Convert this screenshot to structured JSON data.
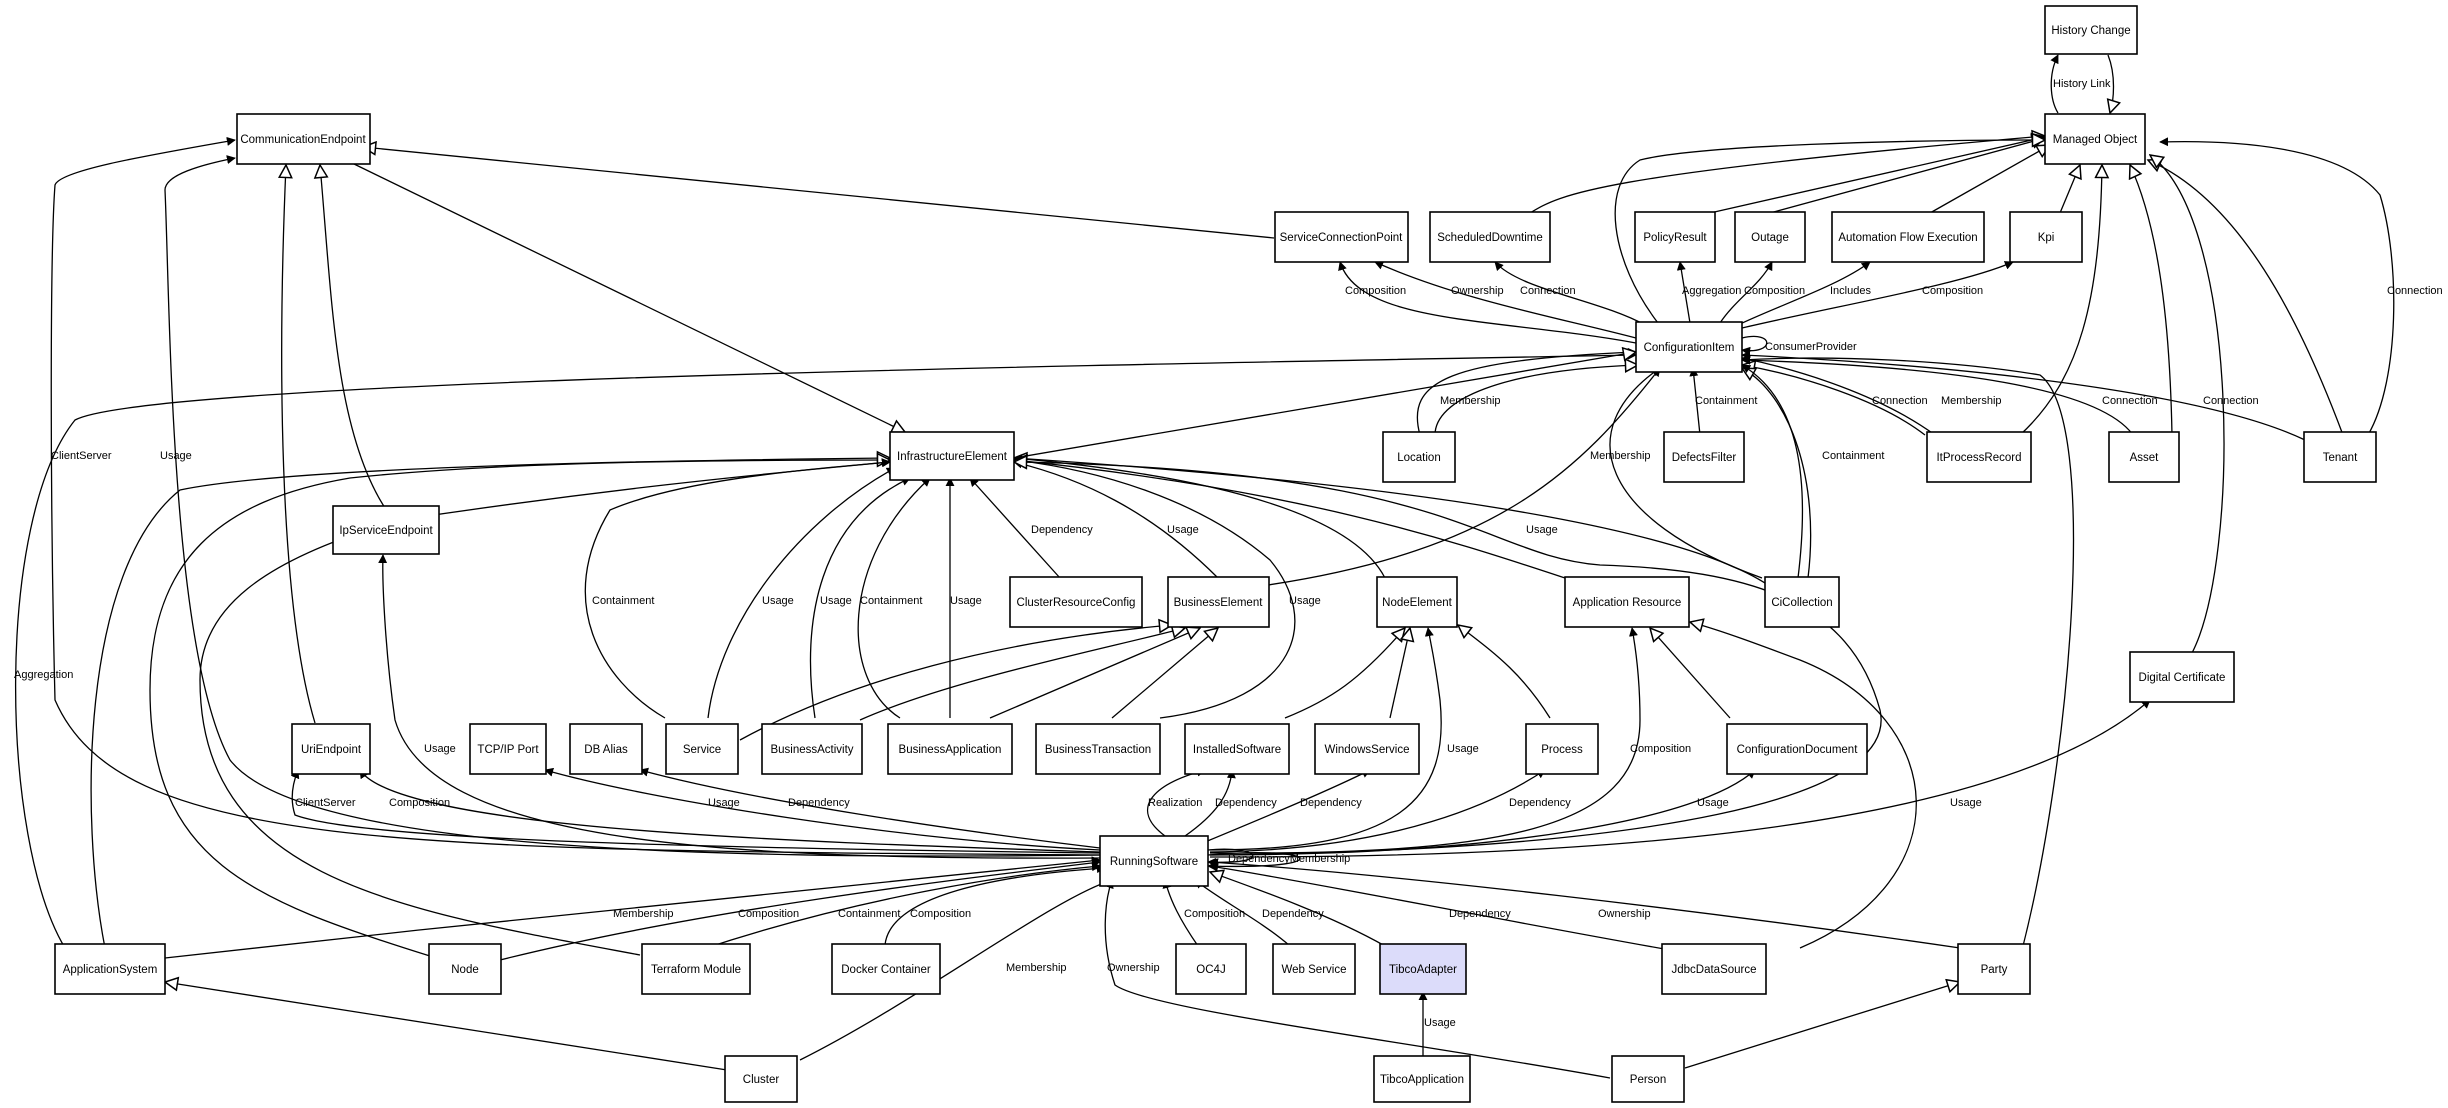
{
  "nodes": {
    "history_change": "History Change",
    "managed_object": "Managed Object",
    "communication_endpoint": "CommunicationEndpoint",
    "service_connection_point": "ServiceConnectionPoint",
    "scheduled_downtime": "ScheduledDowntime",
    "policy_result": "PolicyResult",
    "outage": "Outage",
    "automation_flow_execution": "Automation Flow Execution",
    "kpi": "Kpi",
    "configuration_item": "ConfigurationItem",
    "infrastructure_element": "InfrastructureElement",
    "location": "Location",
    "defects_filter": "DefectsFilter",
    "it_process_record": "ItProcessRecord",
    "asset": "Asset",
    "tenant": "Tenant",
    "ip_service_endpoint": "IpServiceEndpoint",
    "cluster_resource_config": "ClusterResourceConfig",
    "business_element": "BusinessElement",
    "node_element": "NodeElement",
    "application_resource": "Application Resource",
    "ci_collection": "CiCollection",
    "digital_certificate": "Digital Certificate",
    "uri_endpoint": "UriEndpoint",
    "tcp_ip_port": "TCP/IP Port",
    "db_alias": "DB Alias",
    "service": "Service",
    "business_activity": "BusinessActivity",
    "business_application": "BusinessApplication",
    "business_transaction": "BusinessTransaction",
    "installed_software": "InstalledSoftware",
    "windows_service": "WindowsService",
    "process": "Process",
    "configuration_document": "ConfigurationDocument",
    "running_software": "RunningSoftware",
    "application_system": "ApplicationSystem",
    "node": "Node",
    "terraform_module": "Terraform Module",
    "docker_container": "Docker Container",
    "oc4j": "OC4J",
    "web_service": "Web Service",
    "tibco_adapter": "TibcoAdapter",
    "jdbc_data_source": "JdbcDataSource",
    "party": "Party",
    "cluster": "Cluster",
    "tibco_application": "TibcoApplication",
    "person": "Person"
  },
  "edge_labels": {
    "history_link": "History Link",
    "connection": "Connection",
    "composition": "Composition",
    "ownership": "Ownership",
    "aggregation": "Aggregation",
    "includes": "Includes",
    "consumer_provider": "ConsumerProvider",
    "membership": "Membership",
    "containment": "Containment",
    "client_server": "ClientServer",
    "usage": "Usage",
    "dependency": "Dependency",
    "realization": "Realization",
    "dependency_membership": "DependencyMembership"
  },
  "colors": {
    "highlight_fill": "#dcdcfa",
    "stroke": "#000000",
    "background": "#ffffff"
  }
}
